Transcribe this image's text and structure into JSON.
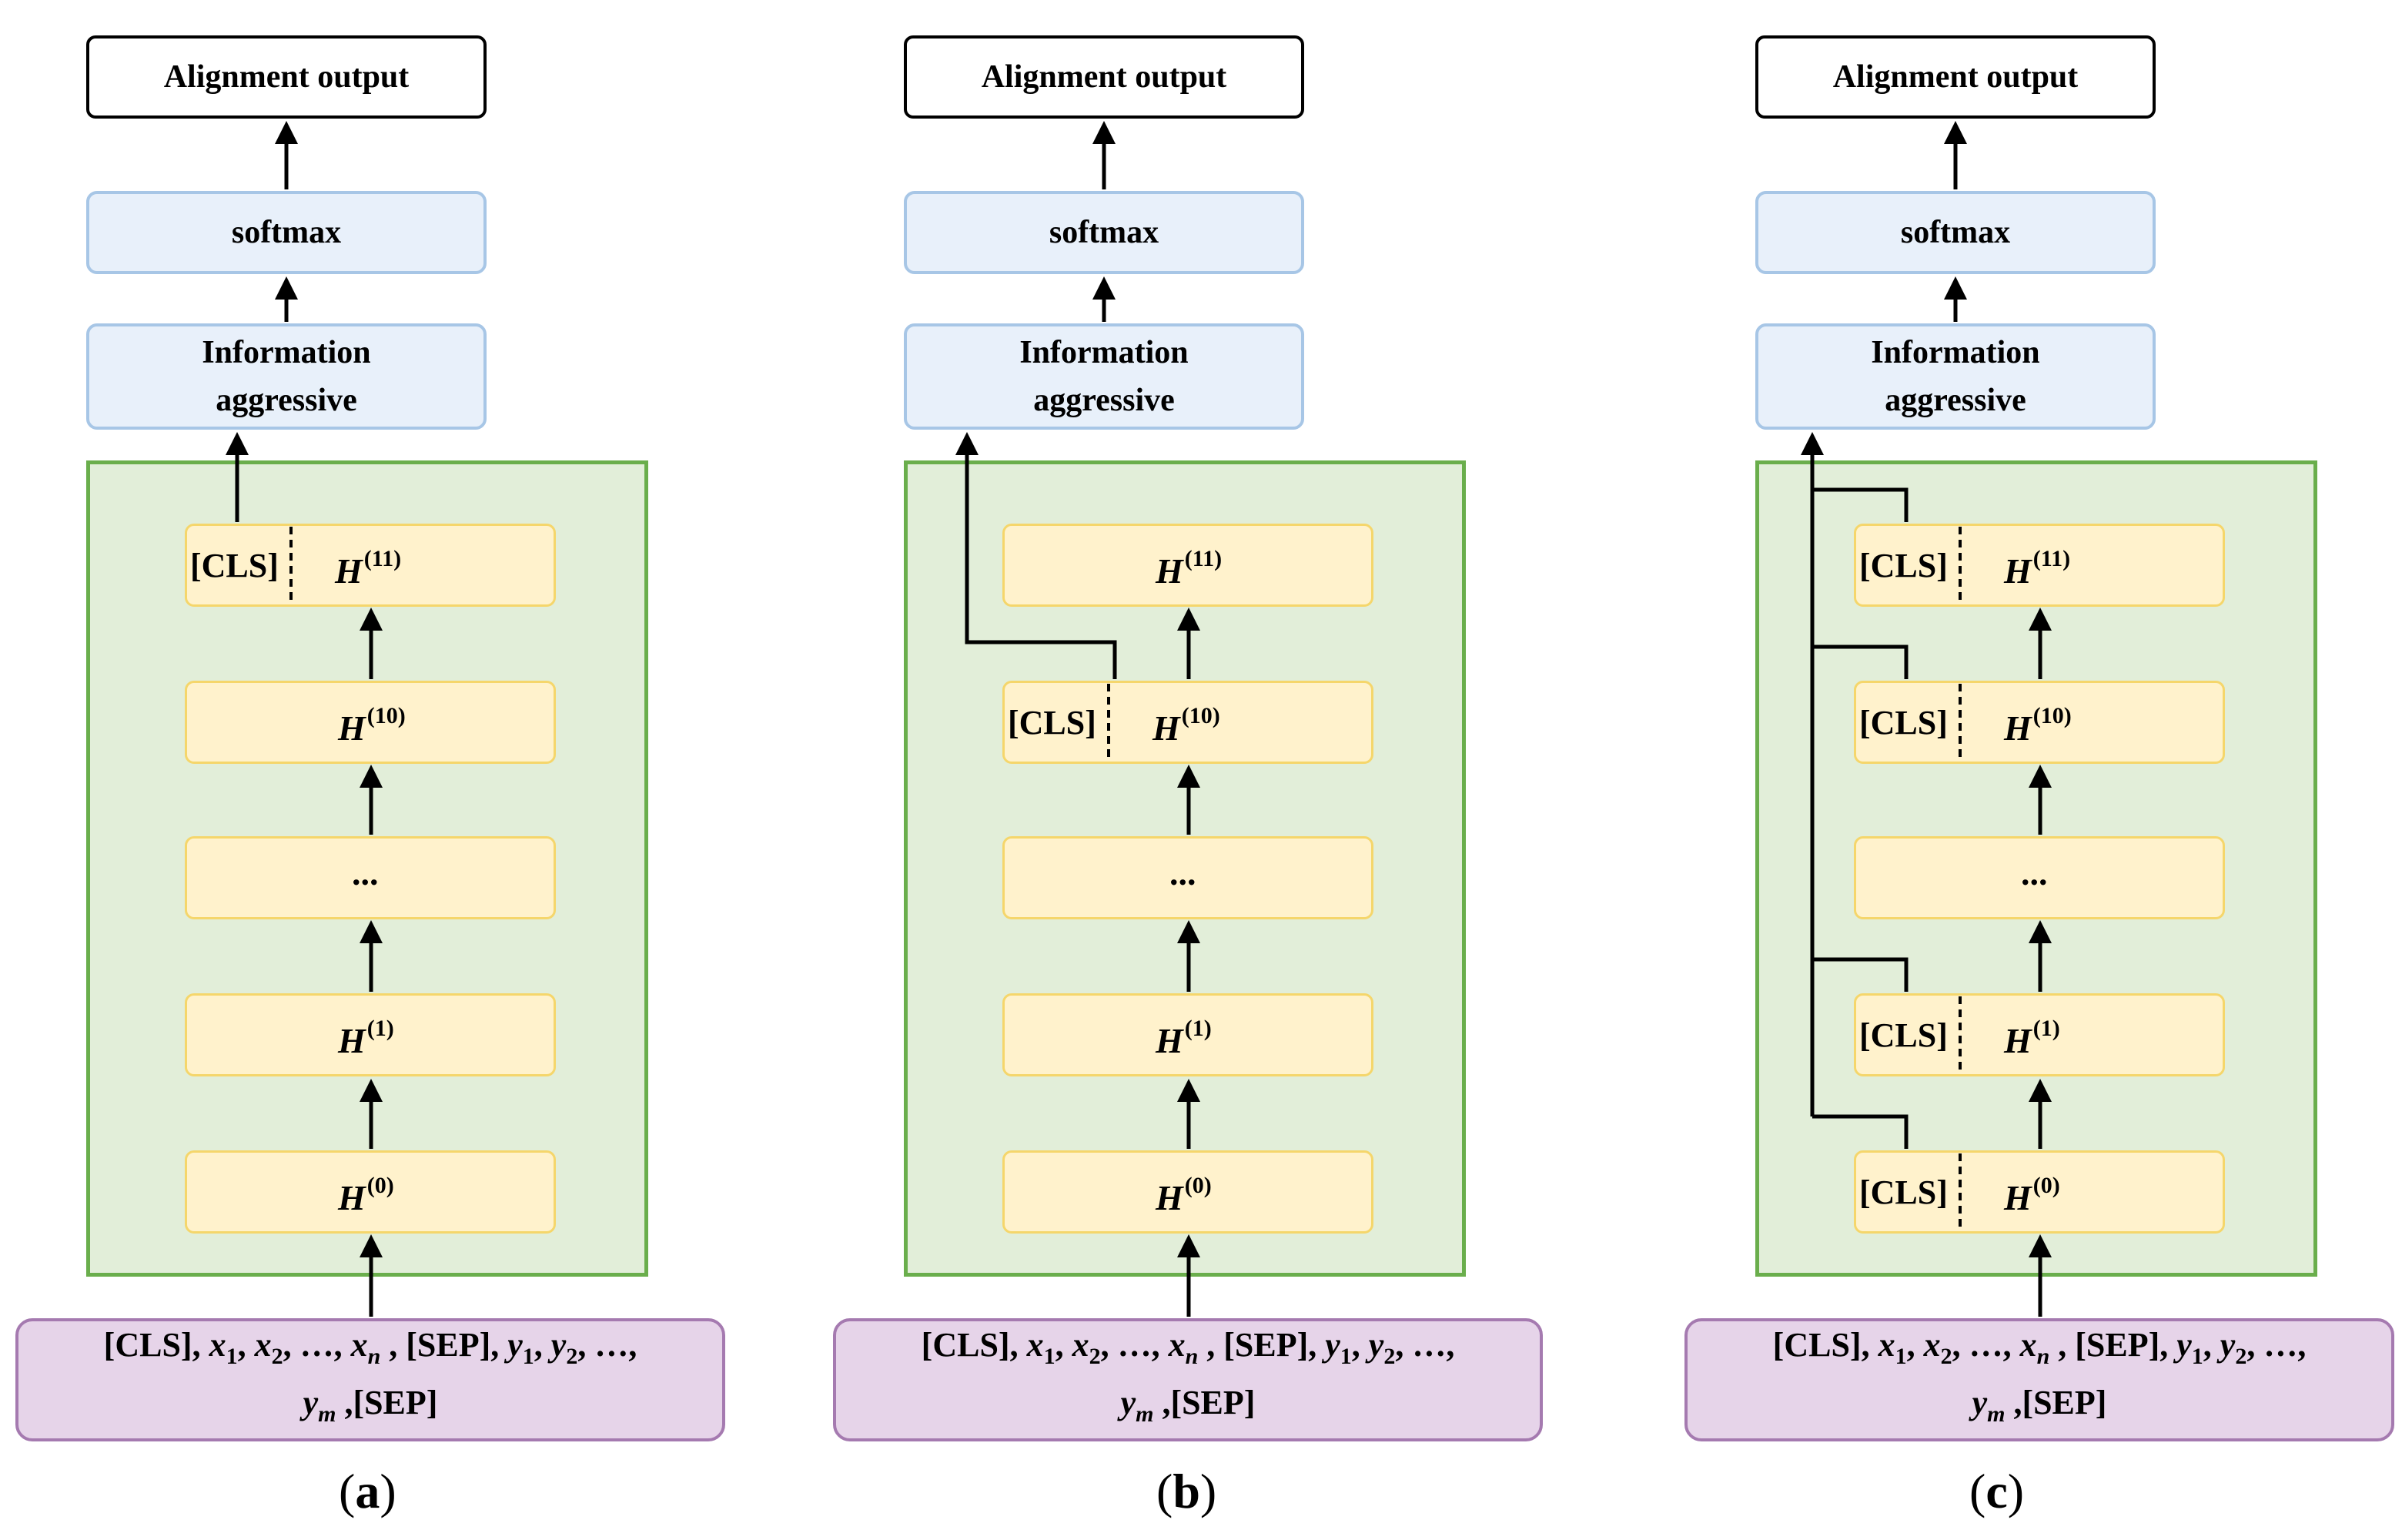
{
  "output_label": "Alignment output",
  "softmax_label": "softmax",
  "info_label_line1": "Information",
  "info_label_line2": "aggressive",
  "cls_token": "[CLS]",
  "ellipsis": "...",
  "layer_symbol": "H",
  "layer_indices": {
    "l11": "(11)",
    "l10": "(10)",
    "l1": "(1)",
    "l0": "(0)"
  },
  "input_sequence": {
    "cls": "[CLS],",
    "x": "x",
    "sub1": "1",
    "sub2": "2",
    "subn": "n",
    "comma": ",",
    "ellipsis_comma": "…,",
    "sep_comma": "[SEP],",
    "y": "y",
    "subm": "m",
    "sep_end": ",[SEP]"
  },
  "panels": [
    {
      "label_open": "(",
      "letter": "a",
      "label_close": ")",
      "cls_layers": [
        "H(11)"
      ]
    },
    {
      "label_open": "(",
      "letter": "b",
      "label_close": ")",
      "cls_layers": [
        "H(10)"
      ]
    },
    {
      "label_open": "(",
      "letter": "c",
      "label_close": ")",
      "cls_layers": [
        "H(11)",
        "H(10)",
        "H(1)",
        "H(0)"
      ]
    }
  ],
  "colors": {
    "blue_fill": "#e8f0fa",
    "blue_border": "#a7c6e6",
    "green_fill": "#e2eed9",
    "green_border": "#6aae4c",
    "layer_fill": "#fff2cc",
    "layer_border": "#f5d66b",
    "input_fill": "#e6d4e9",
    "input_border": "#a57ab0"
  }
}
